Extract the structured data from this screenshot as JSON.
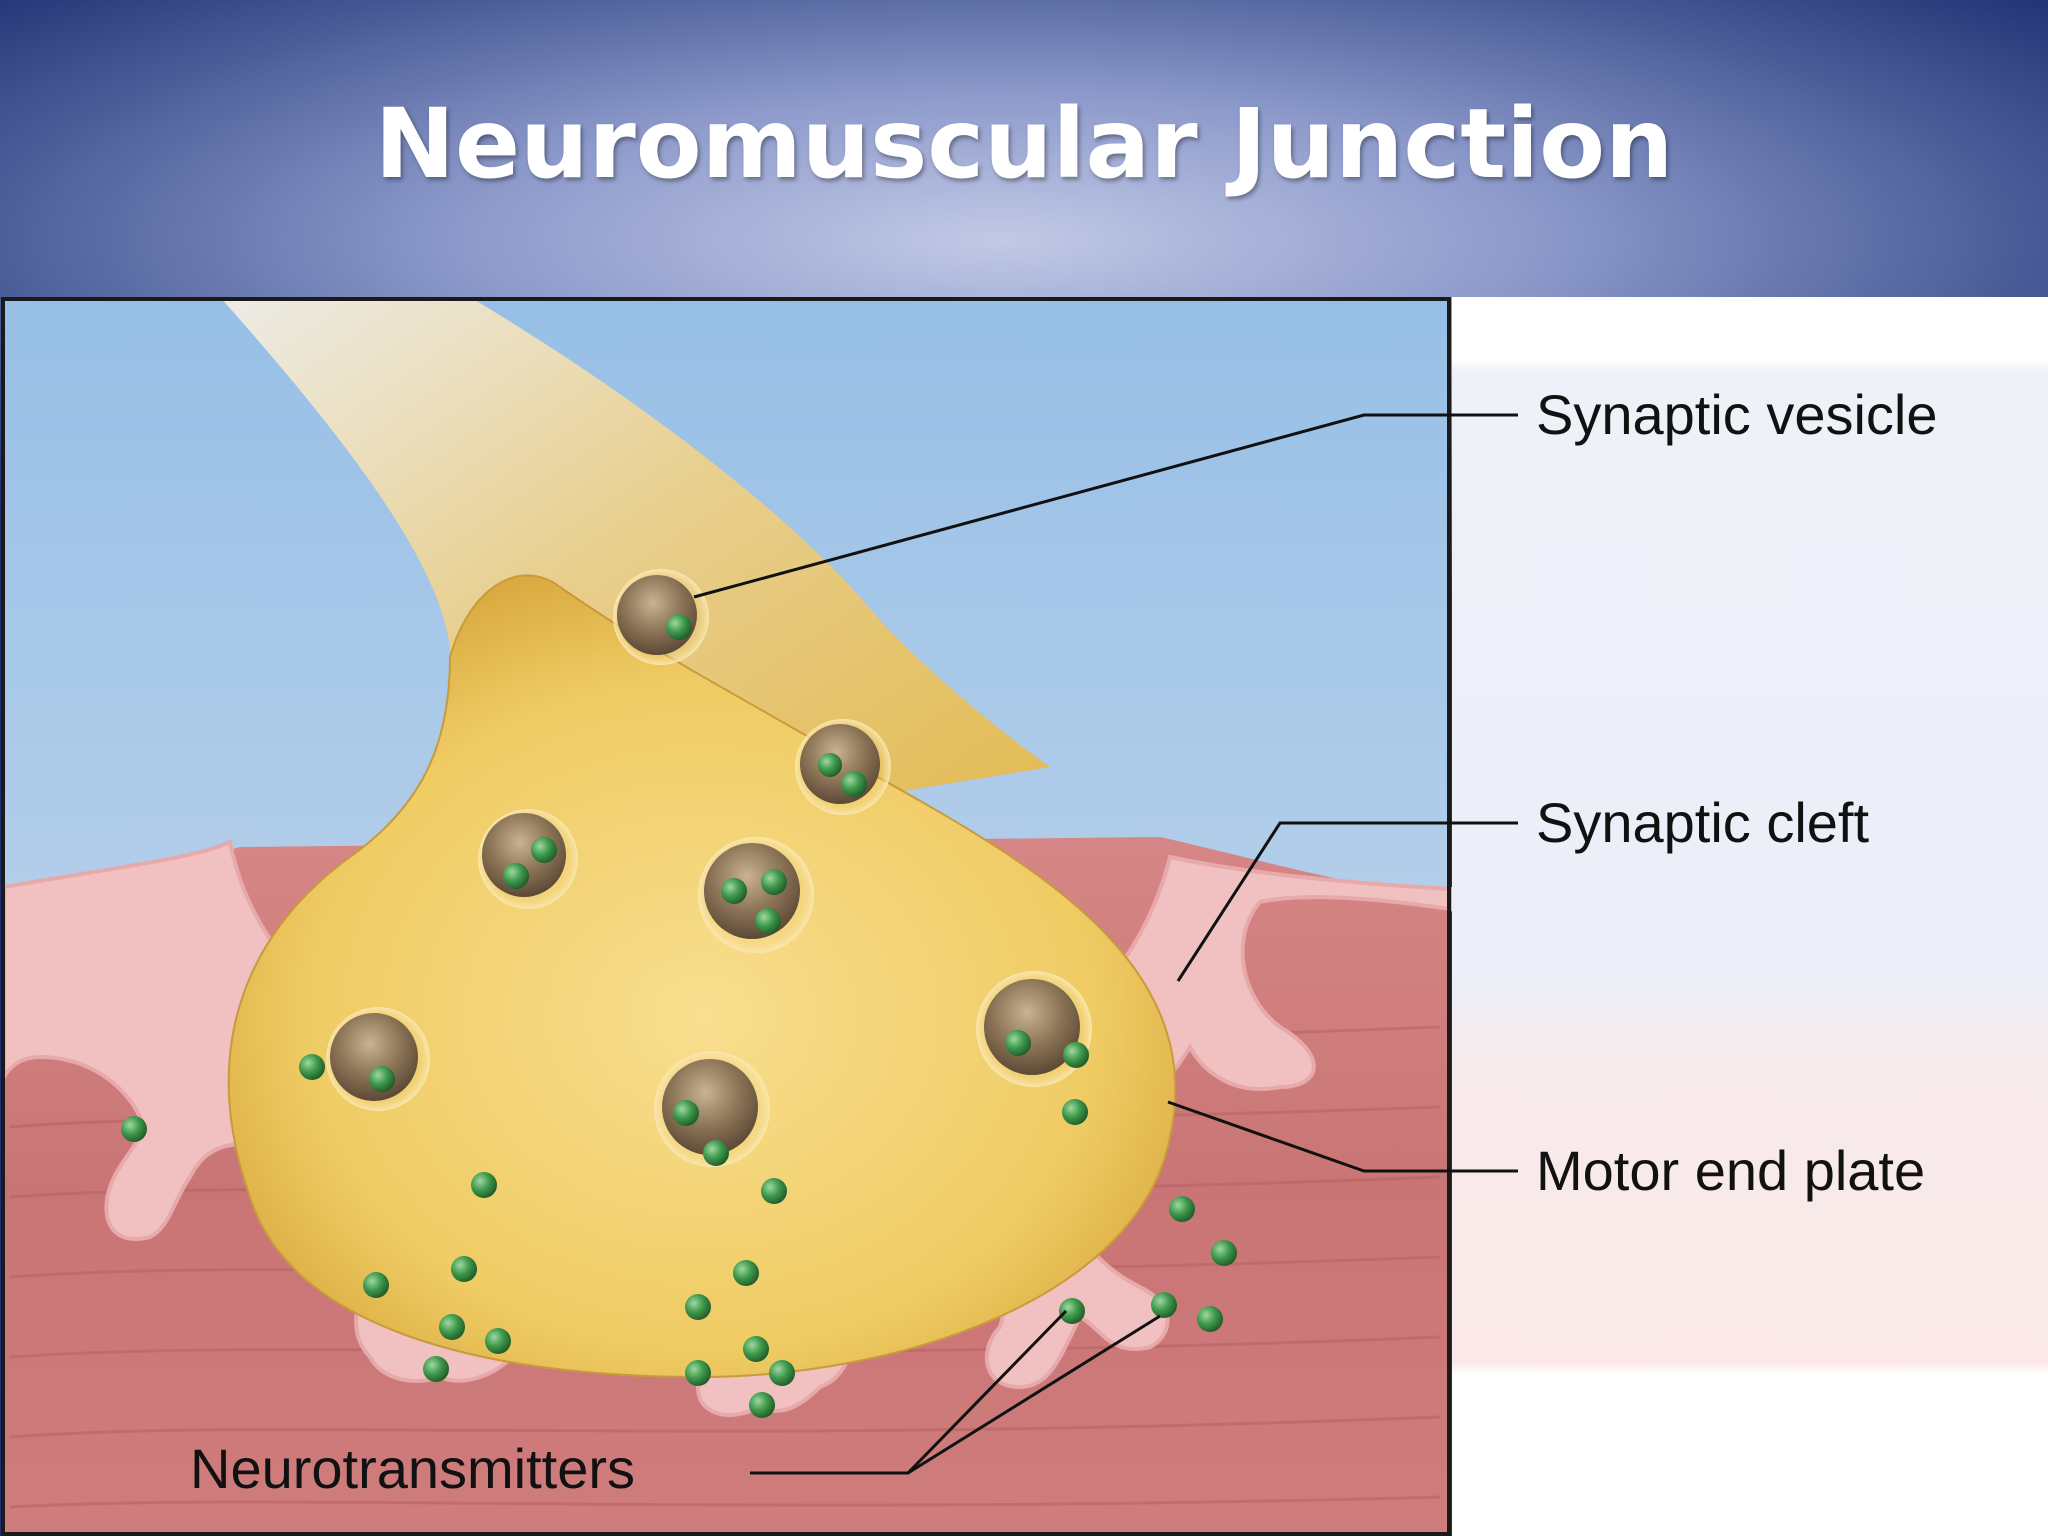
{
  "slide": {
    "title": "Neuromuscular Junction"
  },
  "labels": {
    "synaptic_vesicle": "Synaptic vesicle",
    "synaptic_cleft": "Synaptic cleft",
    "motor_end_plate": "Motor end plate",
    "neurotransmitters": "Neurotransmitters"
  },
  "colors": {
    "title_text": "#ffffff",
    "header_dark": "#1f2f72",
    "sky": "#9fc4e6",
    "axon_terminal": "#e8c25a",
    "muscle": "#c77474",
    "cleft": "#f2c4c4",
    "vesicle": "#7a6651",
    "neurotransmitter": "#3f8a48"
  }
}
